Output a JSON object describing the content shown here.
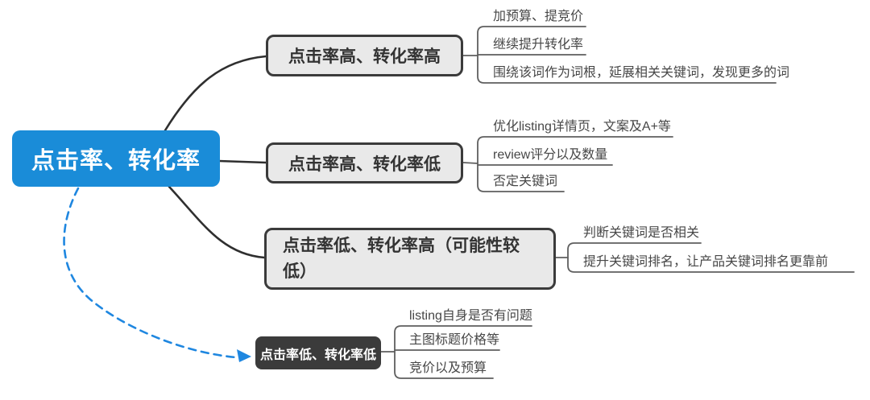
{
  "root": {
    "label": "点击率、转化率"
  },
  "branches": [
    {
      "label": "点击率高、转化率高",
      "leaves": [
        "加预算、提竞价",
        "继续提升转化率",
        "围绕该词作为词根，延展相关关键词，发现更多的词"
      ]
    },
    {
      "label": "点击率高、转化率低",
      "leaves": [
        "优化listing详情页，文案及A+等",
        "review评分以及数量",
        "否定关键词"
      ]
    },
    {
      "label": "点击率低、转化率高（可能性较低）",
      "leaves": [
        "判断关键词是否相关",
        "提升关键词排名，让产品关键词排名更靠前"
      ]
    },
    {
      "label": "点击率低、转化率低",
      "leaves": [
        "listing自身是否有问题",
        "主图标题价格等",
        "竞价以及预算"
      ]
    }
  ],
  "colors": {
    "root_bg": "#1a8cd8",
    "arrow_blue": "#1f87e0",
    "branch_bg": "#e9e9e9",
    "node_border": "#3b3b3b",
    "dark_bg": "#3b3b3b",
    "edge_line": "#2f2f2f",
    "leaf_line": "#5f5f5f",
    "branch_text": "#333333",
    "leaf_text": "#474747"
  }
}
